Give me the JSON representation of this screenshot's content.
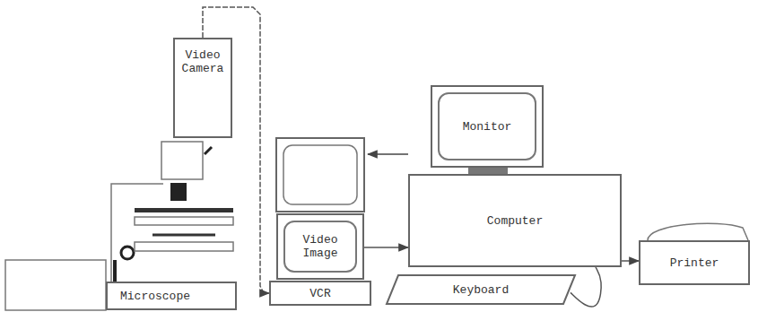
{
  "diagram": {
    "nodes": [
      {
        "text": [
          "Video Camera"
        ]
      },
      {
        "text": [
          "Microscope"
        ]
      },
      {
        "text": [
          "Video Image"
        ]
      },
      {
        "text": [
          "VCR"
        ]
      },
      {
        "text": [
          "Monitor"
        ]
      },
      {
        "text": [
          "Computer"
        ]
      },
      {
        "text": [
          "Printer"
        ]
      },
      {
        "text": [
          "Keyboard"
        ]
      }
    ],
    "edges": [
      {
        "from": 0,
        "to": 3,
        "arrow": "to"
      },
      {
        "from": 2,
        "to": 5,
        "arrow": "to"
      },
      {
        "from": 5,
        "to": 6,
        "arrow": "to"
      },
      {
        "from": 7,
        "to": 5,
        "arrow": "none"
      }
    ]
  }
}
